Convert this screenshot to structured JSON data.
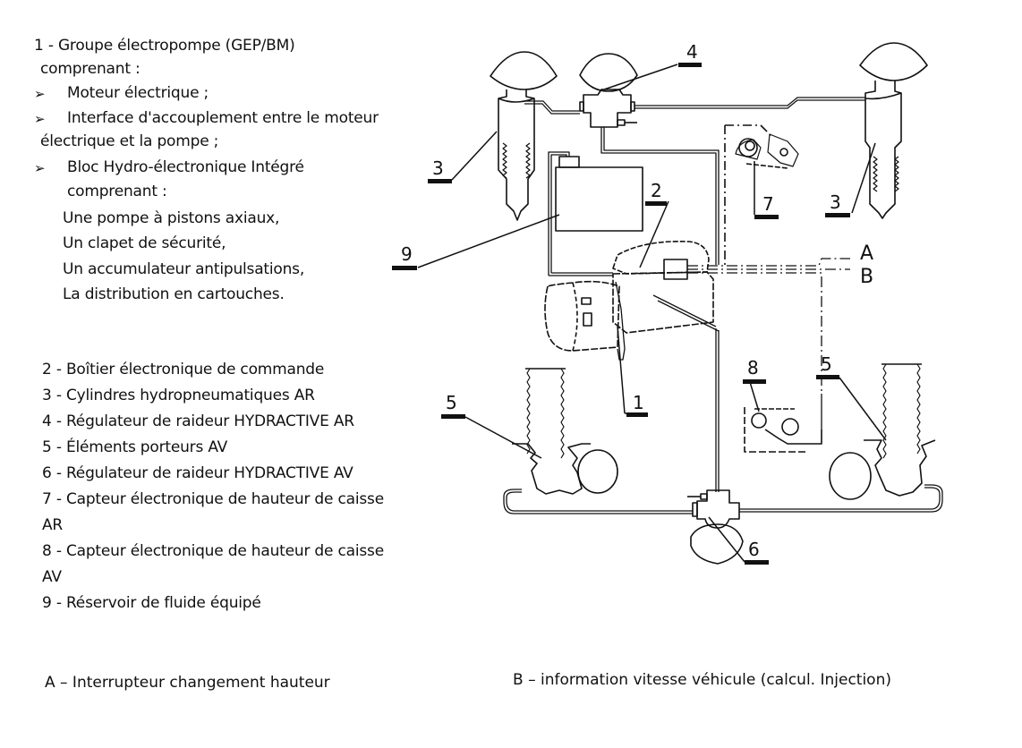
{
  "legend": {
    "item1": {
      "title": "1 - Groupe électropompe (GEP/BM)",
      "subtitle": "comprenant :",
      "bullets": [
        "Moteur électrique ;",
        "Interface d'accouplement entre le moteur",
        "Bloc Hydro-électronique Intégré"
      ],
      "bullet2_cont": "électrique et la pompe ;",
      "bullet3_cont": "comprenant :",
      "sub_items": [
        "Une pompe à pistons axiaux,",
        "Un clapet de sécurité,",
        "Un accumulateur antipulsations,",
        "La distribution en cartouches."
      ],
      "bullet_glyph": "➢"
    },
    "items": [
      "2 - Boîtier électronique de commande",
      "3 - Cylindres hydropneumatiques AR",
      "4 - Régulateur de raideur HYDRACTIVE AR",
      "5 - Éléments porteurs AV",
      "6 - Régulateur de raideur HYDRACTIVE AV",
      "7 - Capteur électronique de hauteur de caisse",
      "AR",
      "8 - Capteur électronique de hauteur de caisse",
      "AV",
      "9 - Réservoir de fluide équipé"
    ]
  },
  "footer": {
    "a_note": "A – Interrupteur changement hauteur",
    "b_note": "B – information vitesse véhicule (calcul. Injection)"
  },
  "diagram": {
    "callouts": {
      "c1": "1",
      "c2": "2",
      "c3_left": "3",
      "c3_right": "3",
      "c4": "4",
      "c5_left": "5",
      "c5_right": "5",
      "c6": "6",
      "c7": "7",
      "c8": "8",
      "c9": "9"
    },
    "connectors": {
      "a": "A",
      "b": "B"
    }
  }
}
